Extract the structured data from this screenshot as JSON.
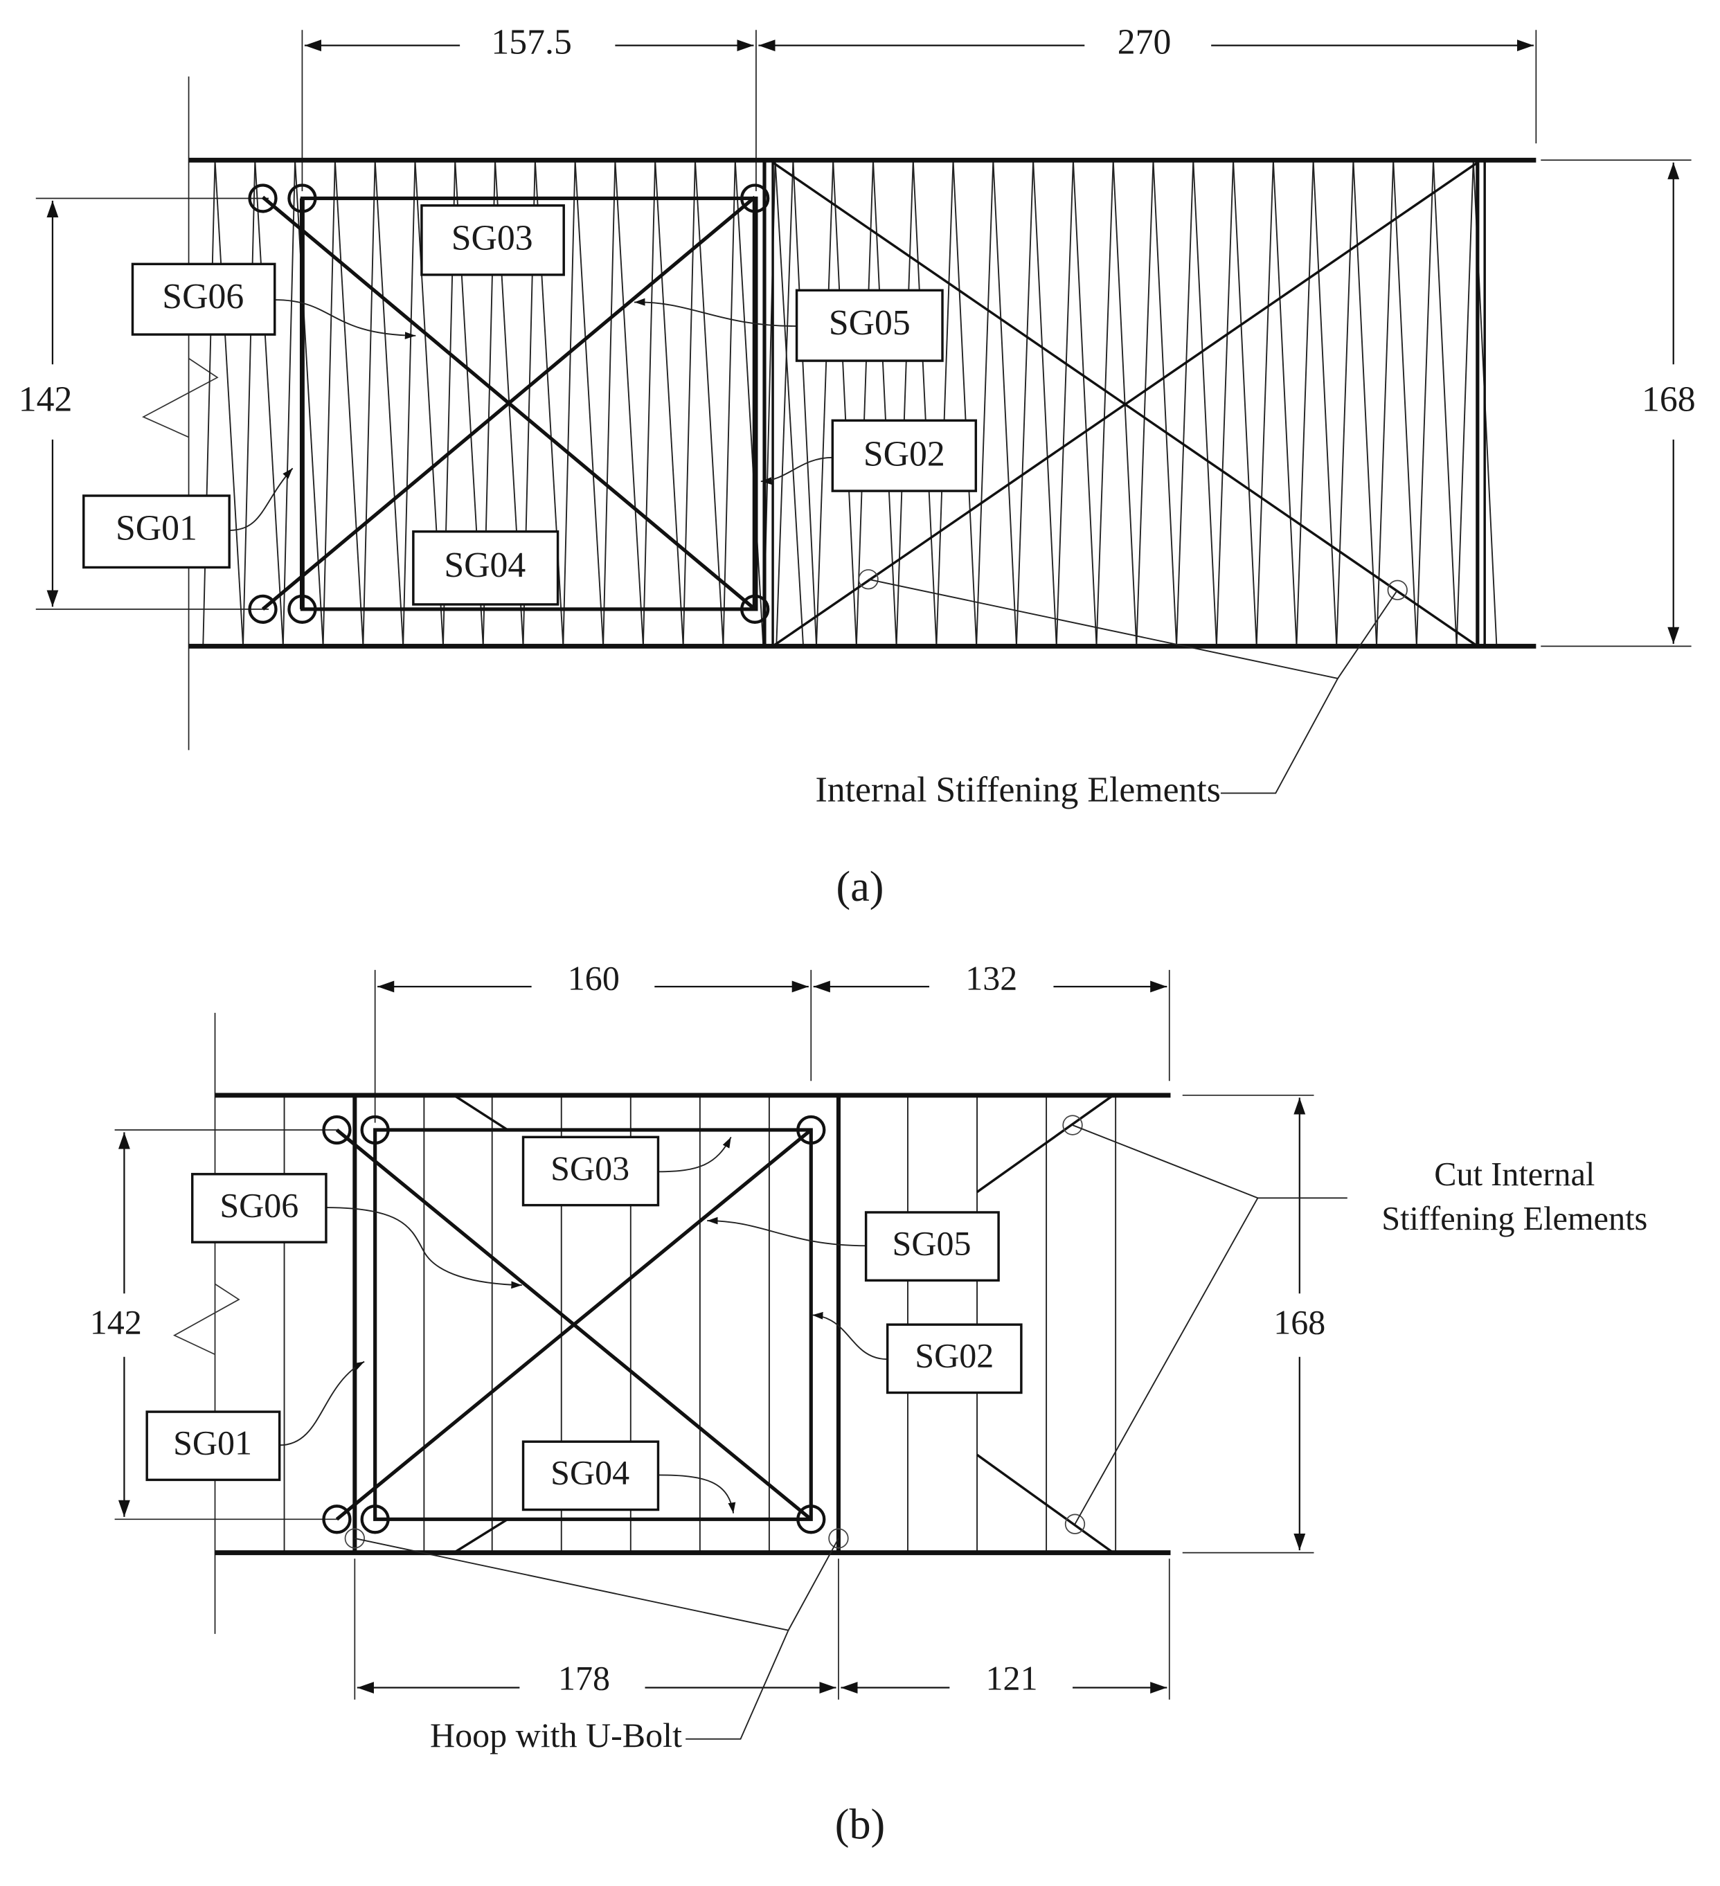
{
  "panel_a": {
    "caption": "(a)",
    "dims": {
      "top_left": "157.5",
      "top_right": "270",
      "left_height": "142",
      "right_height": "168"
    },
    "labels": {
      "sg01": "SG01",
      "sg02": "SG02",
      "sg03": "SG03",
      "sg04": "SG04",
      "sg05": "SG05",
      "sg06": "SG06"
    },
    "callout": "Internal Stiffening Elements"
  },
  "panel_b": {
    "caption": "(b)",
    "dims": {
      "top_left": "160",
      "top_right": "132",
      "bottom_left": "178",
      "bottom_right": "121",
      "left_height": "142",
      "right_height": "168"
    },
    "labels": {
      "sg01": "SG01",
      "sg02": "SG02",
      "sg03": "SG03",
      "sg04": "SG04",
      "sg05": "SG05",
      "sg06": "SG06"
    },
    "callout_cut_line1": "Cut Internal",
    "callout_cut_line2": "Stiffening Elements",
    "callout_hoop": "Hoop with U-Bolt"
  }
}
